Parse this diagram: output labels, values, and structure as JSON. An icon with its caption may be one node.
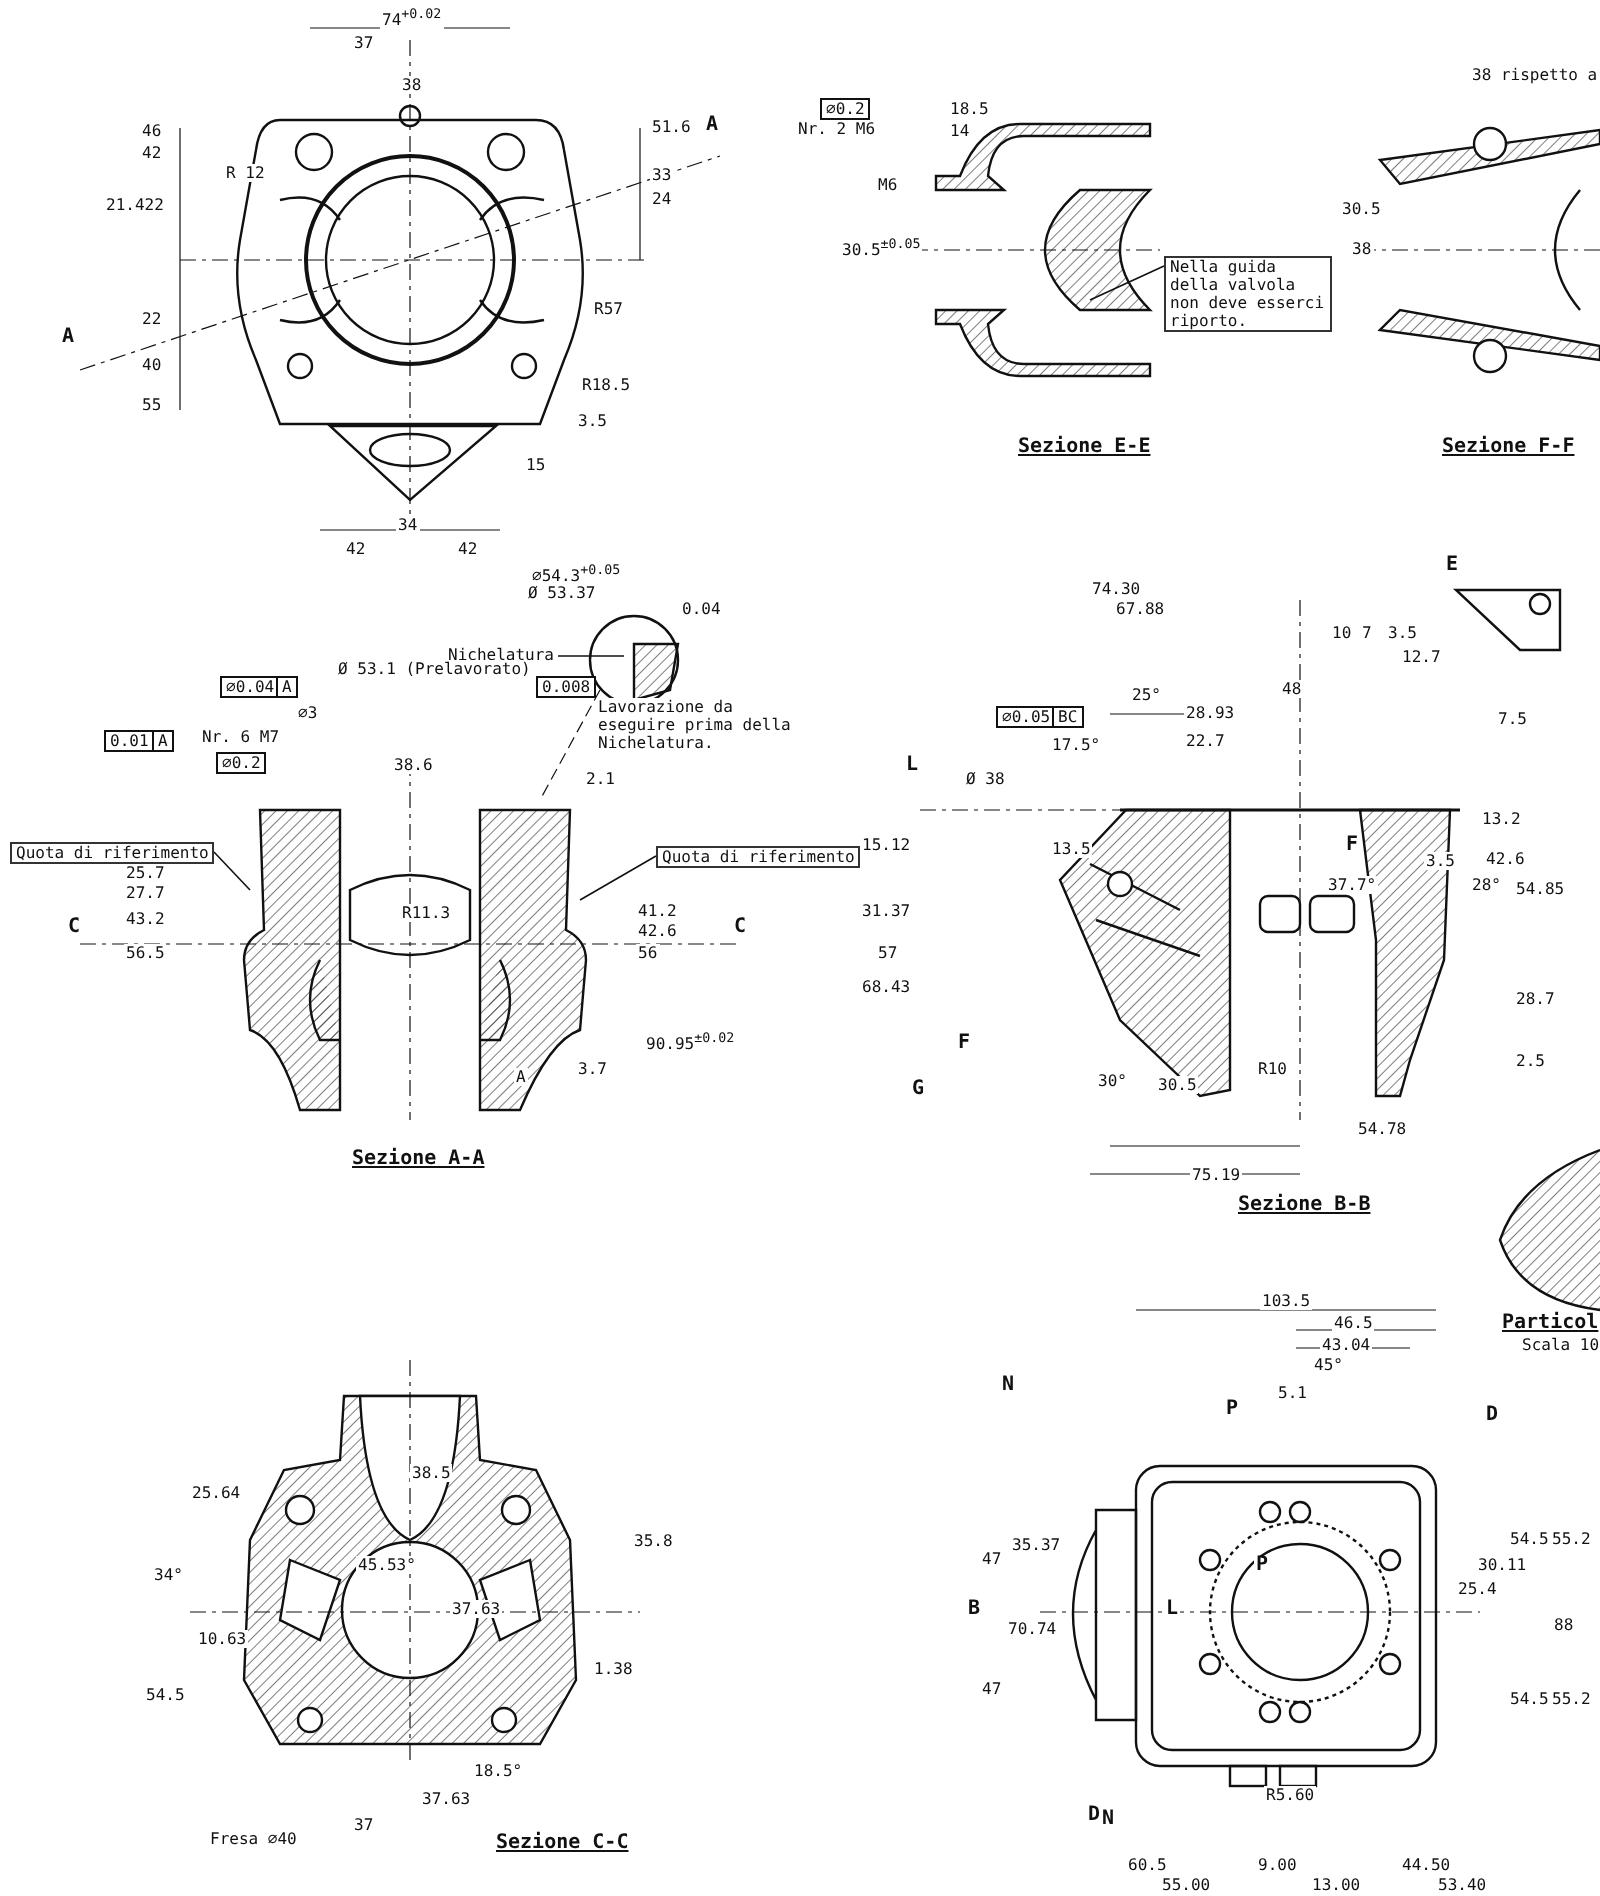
{
  "diagram": {
    "nodes": [
      {
        "text": [
          "Nichelatura"
        ]
      },
      {
        "text": [
          "Quota di riferimento"
        ]
      },
      {
        "text": [
          "Quota di riferimento"
        ]
      },
      {
        "text": [
          "Nella guida della valvola non deve esserci riporto."
        ]
      }
    ],
    "edges": [
      {
        "from": 0,
        "to": null,
        "arrow": "none"
      },
      {
        "from": 1,
        "to": null,
        "arrow": "none"
      },
      {
        "from": 2,
        "to": null,
        "arrow": "none"
      },
      {
        "from": 3,
        "to": null,
        "arrow": "none"
      }
    ],
    "labels": [
      "74$^{+0.02}$",
      "37",
      "38",
      "46",
      "42",
      "51.6",
      "33",
      "24",
      "21.422",
      "R 12",
      "A",
      "A",
      "22",
      "R57",
      "40",
      "R18.5",
      "55",
      "3.5",
      "15",
      "34",
      "42",
      "42",
      "⌀0.2",
      "Nr. 2 M6",
      "18.5",
      "14",
      "M6",
      "30.5$^{±0.05}$",
      "38 rispetto a",
      "30.5",
      "38",
      "Sezione E-E",
      "Sezione F-F",
      "⌀54.3$^{+0.05}$",
      "Ø 53.37",
      "0.04",
      "Ø 53.1 (Prelavorato)",
      "⌀0.04",
      "A",
      "0.008",
      "Lavorazione da eseguire prima della Nichelatura.",
      "0.01",
      "A",
      "Nr. 6 M7",
      "⌀0.2",
      "⌀3",
      "38.6",
      "2.1",
      "25.7",
      "27.7",
      "R11.3",
      "C",
      "43.2",
      "41.2",
      "42.6",
      "C",
      "56.5",
      "56",
      "90.95$^{±0.02}$",
      "3.7",
      "A",
      "Sezione A-A",
      "E",
      "10",
      "7",
      "3.5",
      "12.7",
      "7.5",
      "74.30",
      "67.88",
      "25°",
      "48",
      "⌀0.05",
      "BC",
      "28.93",
      "17.5°",
      "22.7",
      "L",
      "Ø 38",
      "13.2",
      "15.12",
      "3.5",
      "42.6",
      "54.85",
      "31.37",
      "13.5",
      "37.7°",
      "28°",
      "F",
      "57",
      "68.43",
      "28.7",
      "F",
      "2.5",
      "G",
      "30°",
      "30.5",
      "R10",
      "54.78",
      "75.19",
      "Sezione B-B",
      "Particol",
      "Scala 10",
      "38.5",
      "25.64",
      "34°",
      "45.53°",
      "35.8",
      "37.63",
      "10.63",
      "1.38",
      "54.5",
      "18.5°",
      "37.63",
      "37",
      "Fresa ⌀40",
      "Sezione C-C",
      "103.5",
      "46.5",
      "43.04",
      "N",
      "45°",
      "5.1",
      "P",
      "D",
      "35.37",
      "47",
      "54.5",
      "55.2",
      "30.11",
      "25.4",
      "B",
      "L",
      "P",
      "70.74",
      "88",
      "47",
      "54.5",
      "55.2",
      "R5.60",
      "D",
      "N",
      "60.5",
      "55.00",
      "9.00",
      "13.00",
      "44.50",
      "53.40"
    ]
  }
}
